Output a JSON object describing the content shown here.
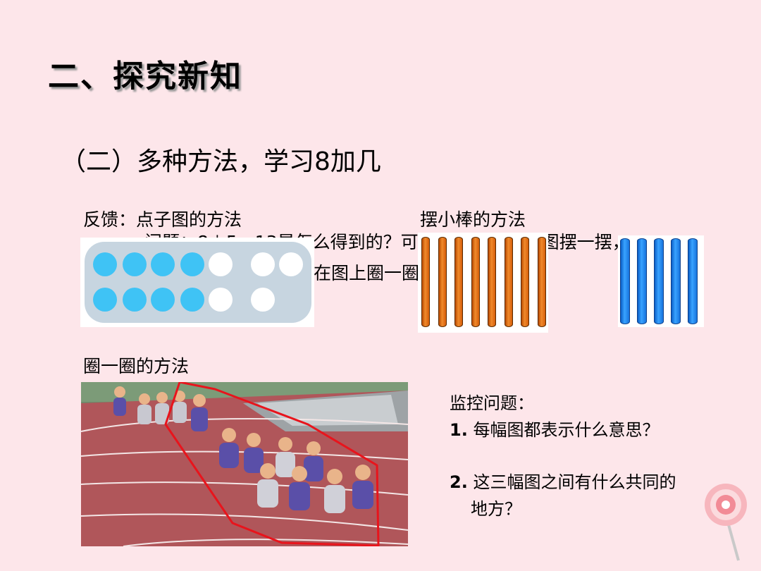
{
  "title": "二、探究新知",
  "subtitle": "（二）多种方法，学习8加几",
  "feedback": {
    "dot_method_label": "反馈：点子图的方法",
    "sticks_method_label": "摆小棒的方法",
    "circle_method_label": "圈一圈的方法",
    "hidden_question_line1": "问题：8＋5＝13是怎么得到的？可以用小棒、点子图摆一摆，",
    "hidden_question_line2": "在图上圈一圈。"
  },
  "dot_chart": {
    "top_row": [
      "blue",
      "blue",
      "blue",
      "blue",
      "white",
      "white",
      "white"
    ],
    "bottom_row": [
      "blue",
      "blue",
      "blue",
      "blue",
      "white",
      "white"
    ]
  },
  "sticks": {
    "orange_count": 8,
    "blue_count": 5
  },
  "monitor": {
    "heading": "监控问题：",
    "q1_num": "1.",
    "q1_text": "每幅图都表示什么意思？",
    "q2_num": "2.",
    "q2_text": "这三幅图之间有什么共同的",
    "q2_text_cont": "地方？"
  },
  "colors": {
    "background": "#fde6ea",
    "dot_blue": "#3fc3f5",
    "stick_orange": "#e8761c",
    "stick_blue": "#1f86ea",
    "circle_red": "#e8141c"
  }
}
